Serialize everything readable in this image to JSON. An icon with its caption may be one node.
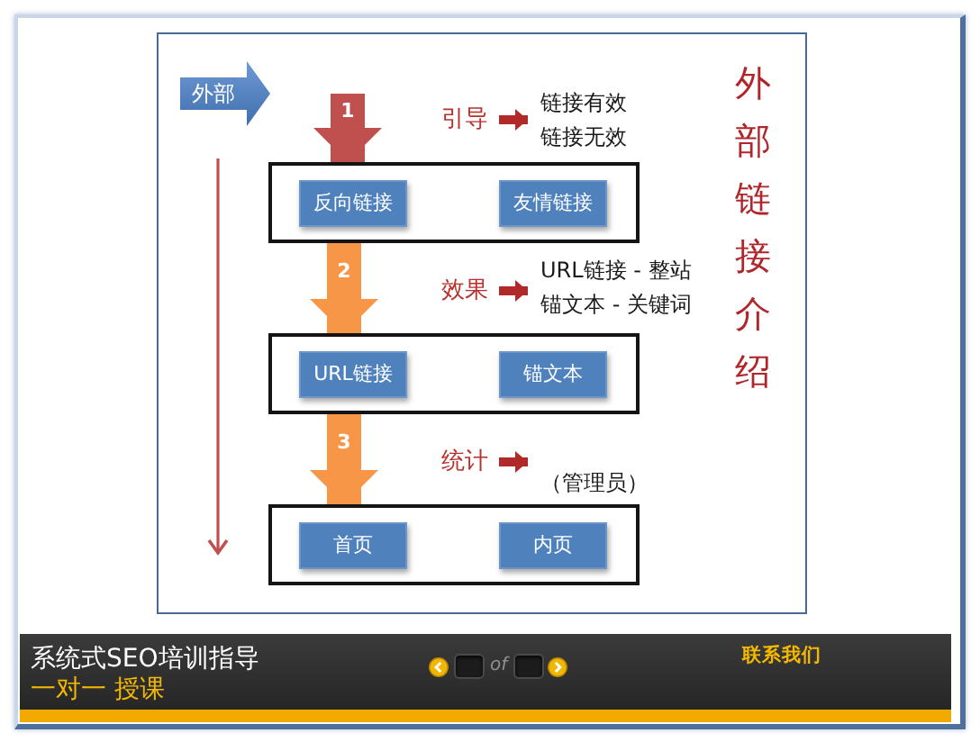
{
  "diagram": {
    "title": "外部链接介绍",
    "nodes": [
      {
        "text": [
          "外部"
        ]
      },
      {
        "text": [
          "引导"
        ]
      },
      {
        "text": [
          "链接有效",
          "链接无效"
        ]
      },
      {
        "text": [],
        "shape": "box"
      },
      {
        "text": [
          "反向链接"
        ],
        "in": 3
      },
      {
        "text": [
          "友情链接"
        ],
        "in": 3
      },
      {
        "text": [
          "效果"
        ]
      },
      {
        "text": [
          "URL链接 - 整站",
          "锚文本 - 关键词"
        ]
      },
      {
        "text": [],
        "shape": "box"
      },
      {
        "text": [
          "URL链接"
        ],
        "in": 8
      },
      {
        "text": [
          "锚文本"
        ],
        "in": 8
      },
      {
        "text": [
          "统计"
        ]
      },
      {
        "text": [
          "（管理员）"
        ]
      },
      {
        "text": [],
        "shape": "box"
      },
      {
        "text": [
          "首页"
        ],
        "in": 13
      },
      {
        "text": [
          "内页"
        ],
        "in": 13
      }
    ],
    "edges": [
      {
        "from": null,
        "to": 3,
        "arrow": "to",
        "label": "1",
        "style": "thick"
      },
      {
        "from": 1,
        "to": 2,
        "arrow": "to"
      },
      {
        "from": 3,
        "to": 8,
        "arrow": "to",
        "label": "2",
        "style": "thick",
        "color": "#f79646"
      },
      {
        "from": 6,
        "to": 7,
        "arrow": "to"
      },
      {
        "from": 8,
        "to": 13,
        "arrow": "to",
        "label": "3",
        "style": "thick",
        "color": "#f79646"
      },
      {
        "from": 11,
        "to": 12,
        "arrow": "to"
      }
    ],
    "labels": [
      "系统式SEO培训指导",
      "一对一 授课",
      "of",
      "联系我们"
    ]
  }
}
